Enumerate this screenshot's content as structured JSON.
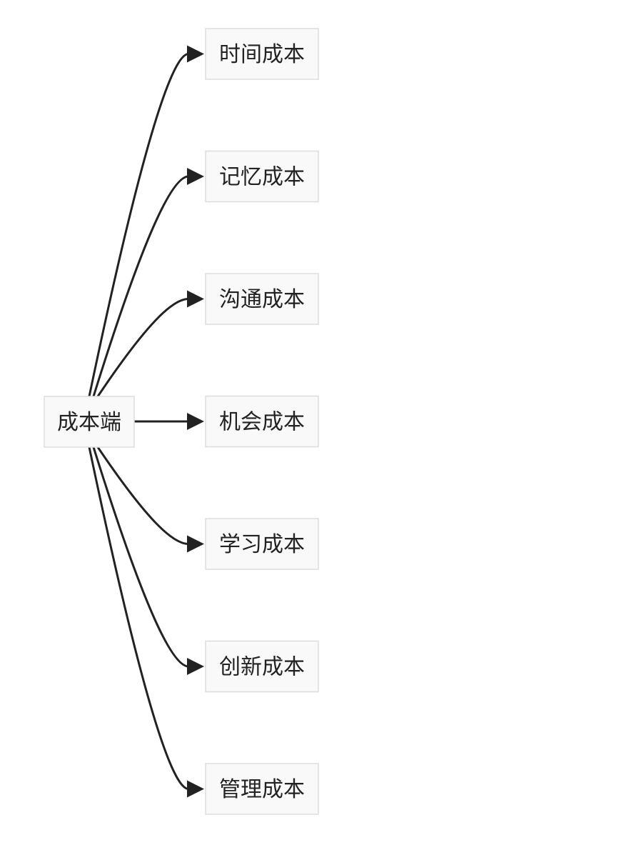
{
  "diagram": {
    "root": {
      "label": "成本端"
    },
    "children": [
      {
        "label": "时间成本"
      },
      {
        "label": "记忆成本"
      },
      {
        "label": "沟通成本"
      },
      {
        "label": "机会成本"
      },
      {
        "label": "学习成本"
      },
      {
        "label": "创新成本"
      },
      {
        "label": "管理成本"
      }
    ],
    "colors": {
      "node_fill": "#f9f9f9",
      "node_stroke": "#dddddd",
      "edge": "#222222",
      "text": "#222222"
    }
  }
}
